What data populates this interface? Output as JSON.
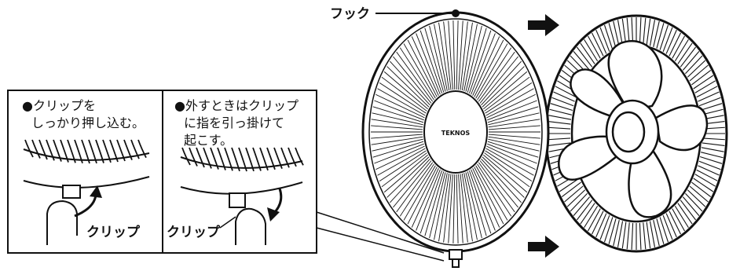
{
  "labels": {
    "hook": "フック",
    "brand": "TEKNOS",
    "clip_left": "クリップ",
    "clip_right": "クリップ"
  },
  "panels": [
    {
      "lines": [
        "●クリップを",
        "しっかり押し込む。"
      ]
    },
    {
      "lines": [
        "●外すときはクリップ",
        "に指を引っ掛けて",
        "起こす。"
      ]
    }
  ],
  "icons": {
    "move_arrow": "right-arrow-icon",
    "rotate_up": "curved-arrow-up-icon",
    "rotate_down": "curved-arrow-down-icon"
  },
  "colors": {
    "ink": "#111111",
    "paper": "#ffffff"
  }
}
